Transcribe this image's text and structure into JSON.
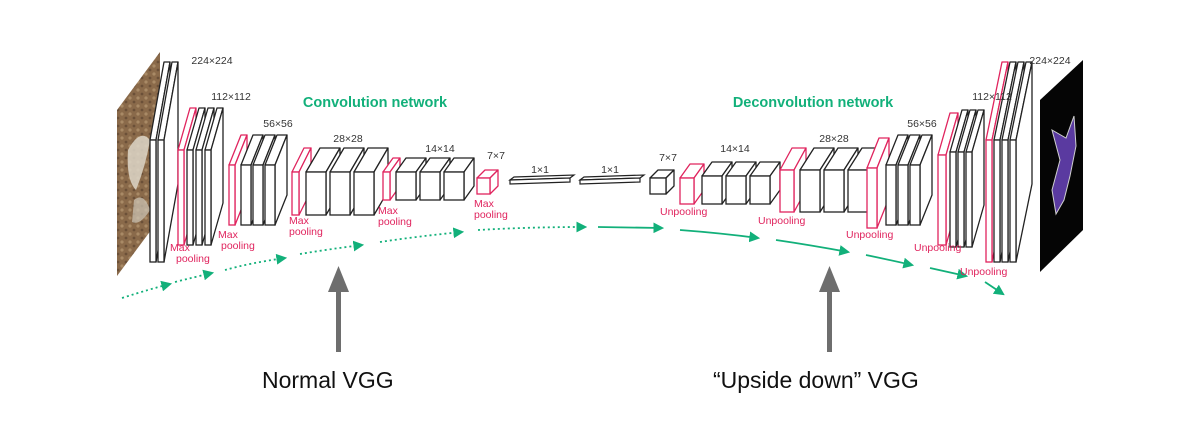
{
  "titles": {
    "conv": "Convolution network",
    "deconv": "Deconvolution network"
  },
  "captions": {
    "left": "Normal VGG",
    "right": "“Upside down” VGG"
  },
  "size_labels": {
    "conv": [
      "224×224",
      "112×112",
      "56×56",
      "28×28",
      "14×14",
      "7×7",
      "1×1"
    ],
    "deconv": [
      "1×1",
      "7×7",
      "14×14",
      "28×28",
      "56×56",
      "112×112",
      "224×224"
    ]
  },
  "op_labels": {
    "pool_line1": "Max",
    "pool_line2": "pooling",
    "unpool": "Unpooling"
  },
  "colors": {
    "accent": "#12b07a",
    "pool": "#e0245e",
    "arrow": "#6e6e6e",
    "box_stroke": "#222222"
  },
  "images": {
    "input": "dog-photo",
    "output": "segmentation-mask"
  }
}
